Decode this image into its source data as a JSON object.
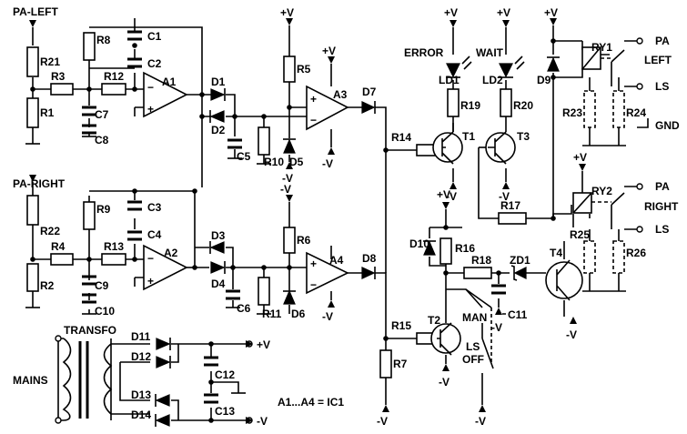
{
  "labels": {
    "pa_left": "PA-LEFT",
    "pa_right": "PA-RIGHT",
    "mains": "MAINS",
    "transfo": "TRANSFO",
    "ic_note": "A1...A4 = IC1",
    "error": "ERROR",
    "wait": "WAIT",
    "man": "MAN",
    "ls_off_1": "LS",
    "ls_off_2": "OFF",
    "left": "LEFT",
    "right": "RIGHT",
    "gnd": "GND",
    "pa_out_1": "PA",
    "pa_out_2": "PA",
    "ls_out_1": "LS",
    "ls_out_2": "LS"
  },
  "supply": {
    "pos": "+V",
    "neg": "-V"
  },
  "components": {
    "R21": "R21",
    "R1": "R1",
    "R3": "R3",
    "R8": "R8",
    "R12": "R12",
    "C1": "C1",
    "C2": "C2",
    "C7": "C7",
    "C8": "C8",
    "A1": "A1",
    "D1": "D1",
    "D2": "D2",
    "C5": "C5",
    "R10": "R10",
    "R5": "R5",
    "D5": "D5",
    "A3": "A3",
    "D7": "D7",
    "R14": "R14",
    "T1": "T1",
    "LD1": "LD1",
    "R19": "R19",
    "LD2": "LD2",
    "R20": "R20",
    "T3": "T3",
    "D9": "D9",
    "RY1": "RY1",
    "R23": "R23",
    "R24": "R24",
    "R22": "R22",
    "R2": "R2",
    "R4": "R4",
    "R9": "R9",
    "R13": "R13",
    "C3": "C3",
    "C4": "C4",
    "C9": "C9",
    "C10": "C10",
    "A2": "A2",
    "D3": "D3",
    "D4": "D4",
    "C6": "C6",
    "R11": "R11",
    "R6": "R6",
    "D6": "D6",
    "A4": "A4",
    "D8": "D8",
    "R17": "R17",
    "RY2": "RY2",
    "R25": "R25",
    "R26": "R26",
    "D10": "D10",
    "R16": "R16",
    "R18": "R18",
    "ZD1": "ZD1",
    "T4": "T4",
    "C11": "C11",
    "R15": "R15",
    "T2": "T2",
    "R7": "R7",
    "D11": "D11",
    "D12": "D12",
    "D13": "D13",
    "D14": "D14",
    "C12": "C12",
    "C13": "C13"
  }
}
